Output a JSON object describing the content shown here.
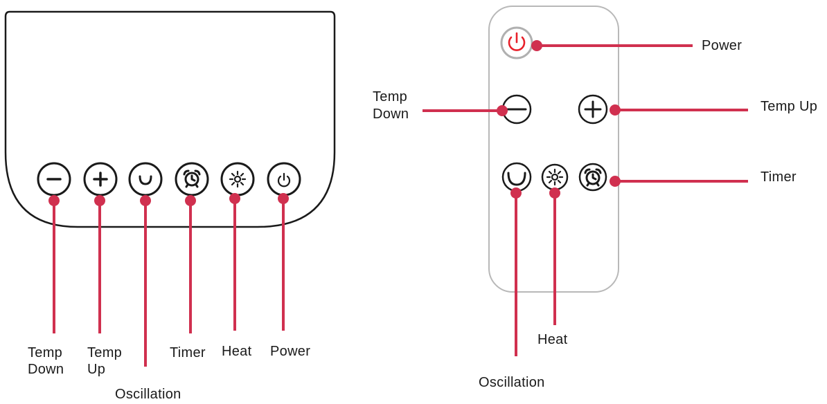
{
  "colors": {
    "accent": "#d0304f",
    "outline": "#1a1a1a",
    "remote_outline": "#b8b8b8",
    "power_icon_remote": "#e8202a"
  },
  "heater_panel": {
    "buttons": [
      {
        "icon": "minus-icon"
      },
      {
        "icon": "plus-icon"
      },
      {
        "icon": "oscillation-icon"
      },
      {
        "icon": "alarm-clock-icon"
      },
      {
        "icon": "sun-icon"
      },
      {
        "icon": "power-icon"
      }
    ],
    "labels": {
      "temp_down_1": "Temp",
      "temp_down_2": "Down",
      "temp_up_1": "Temp",
      "temp_up_2": "Up",
      "oscillation": "Oscillation",
      "timer": "Timer",
      "heat": "Heat",
      "power": "Power"
    }
  },
  "remote": {
    "buttons": [
      {
        "icon": "power-icon"
      },
      {
        "icon": "minus-icon"
      },
      {
        "icon": "plus-icon"
      },
      {
        "icon": "oscillation-icon"
      },
      {
        "icon": "sun-icon"
      },
      {
        "icon": "alarm-clock-icon"
      }
    ],
    "labels": {
      "power": "Power",
      "temp_down_1": "Temp",
      "temp_down_2": "Down",
      "temp_up": "Temp Up",
      "timer": "Timer",
      "heat": "Heat",
      "oscillation": "Oscillation"
    }
  }
}
